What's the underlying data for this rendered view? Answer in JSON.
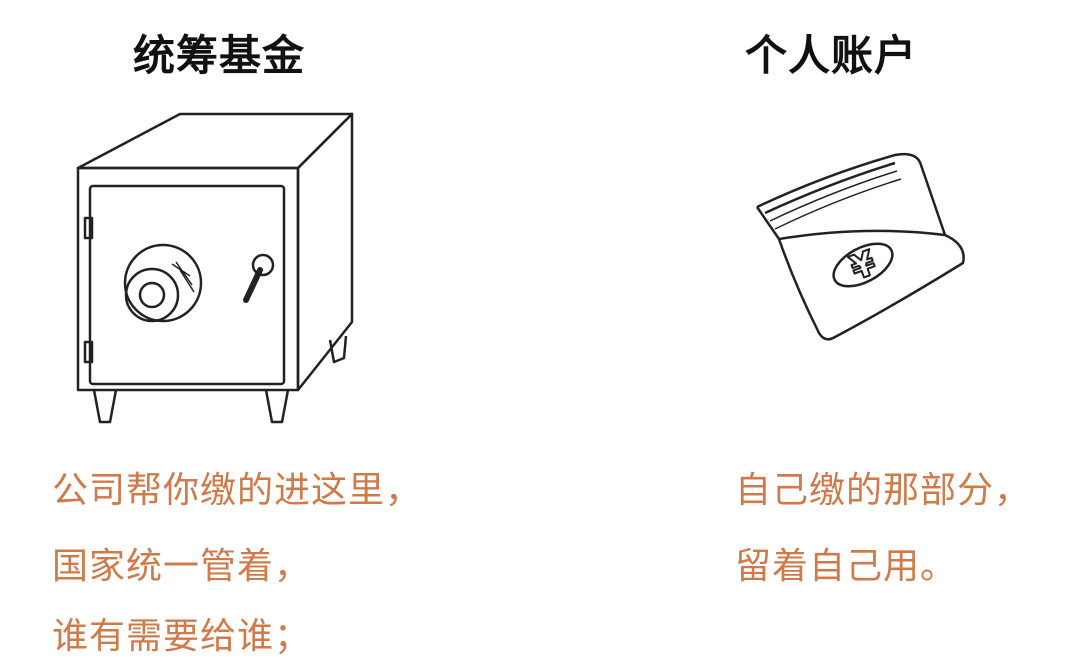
{
  "left": {
    "title": "统筹基金",
    "illustration": "safe-icon",
    "lines": [
      "公司帮你缴的进这里，",
      "国家统一管着，",
      "谁有需要给谁；"
    ]
  },
  "right": {
    "title": "个人账户",
    "illustration": "wallet-icon",
    "lines": [
      "自己缴的那部分，",
      "留着自己用。"
    ]
  },
  "colors": {
    "title": "#111111",
    "text_accent": "#d07a4a",
    "background": "#ffffff"
  }
}
